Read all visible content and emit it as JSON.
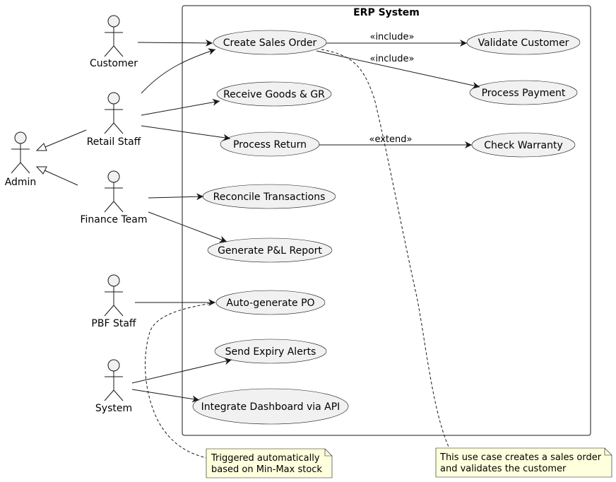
{
  "system": {
    "title": "ERP System"
  },
  "actors": {
    "customer": "Customer",
    "retail_staff": "Retail Staff",
    "admin": "Admin",
    "finance_team": "Finance Team",
    "pbf_staff": "PBF Staff",
    "system": "System"
  },
  "use_cases": {
    "create_sales_order": "Create Sales Order",
    "validate_customer": "Validate Customer",
    "process_payment": "Process Payment",
    "receive_goods": "Receive Goods & GR",
    "process_return": "Process Return",
    "check_warranty": "Check Warranty",
    "reconcile_transactions": "Reconcile Transactions",
    "generate_pl_report": "Generate P&L Report",
    "auto_generate_po": "Auto-generate PO",
    "send_expiry_alerts": "Send Expiry Alerts",
    "integrate_dashboard": "Integrate Dashboard via API"
  },
  "relations": {
    "include_validate": "«include»",
    "include_payment": "«include»",
    "extend_warranty": "«extend»"
  },
  "notes": {
    "po_note": [
      "Triggered automatically",
      "based on Min-Max stock"
    ],
    "order_note": [
      "This use case creates a sales order",
      "and validates the customer"
    ]
  },
  "colors": {
    "usecase_fill": "#f1f1f1",
    "actor_fill": "#f1f1f1",
    "note_fill": "#feffdd",
    "stroke": "#181818"
  }
}
